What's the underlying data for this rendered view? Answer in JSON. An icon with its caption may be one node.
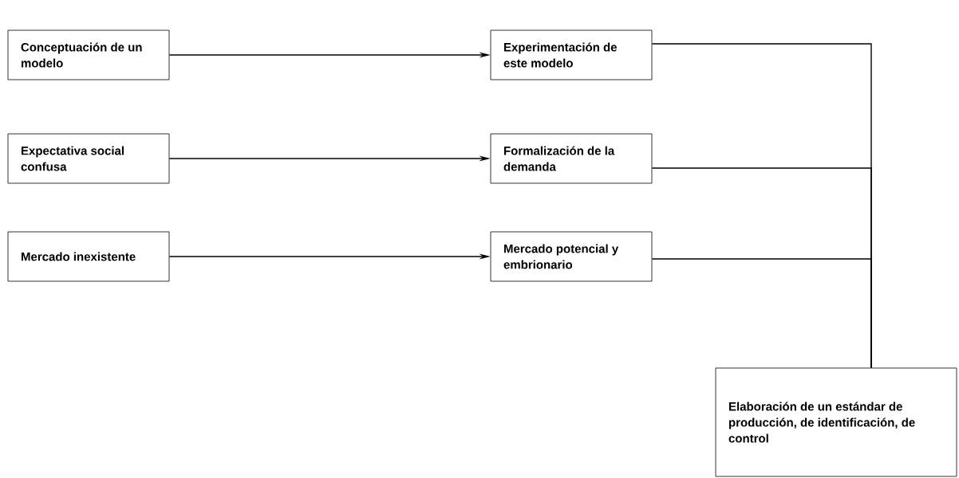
{
  "diagram": {
    "nodes": [
      {
        "text": [
          "Conceptuación de un modelo"
        ]
      },
      {
        "text": [
          "Experimentación de este modelo"
        ]
      },
      {
        "text": [
          "Expectativa social confusa"
        ]
      },
      {
        "text": [
          "Formalización de la demanda"
        ]
      },
      {
        "text": [
          "Mercado inexistente"
        ]
      },
      {
        "text": [
          "Mercado potencial y embrionario"
        ]
      },
      {
        "text": [
          "Elaboración de un estándar de producción, de identificación, de control"
        ]
      }
    ],
    "edges": [
      {
        "from": 0,
        "to": 1,
        "arrow": "to"
      },
      {
        "from": 2,
        "to": 3,
        "arrow": "to"
      },
      {
        "from": 4,
        "to": 5,
        "arrow": "to"
      },
      {
        "from": 1,
        "to": 6,
        "arrow": "none"
      },
      {
        "from": 3,
        "to": 6,
        "arrow": "none"
      },
      {
        "from": 5,
        "to": 6,
        "arrow": "none"
      }
    ]
  }
}
